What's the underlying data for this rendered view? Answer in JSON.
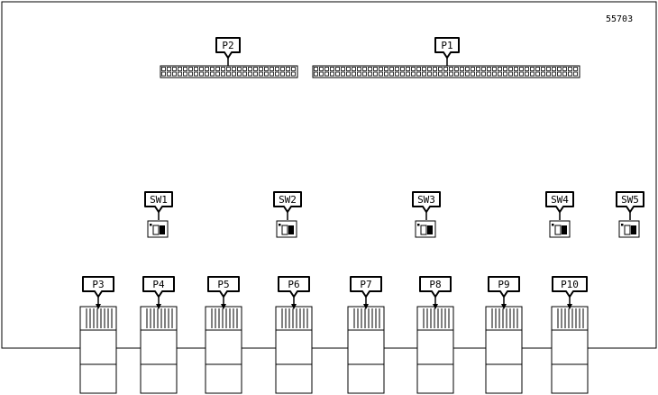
{
  "board_id": "55703",
  "connectors": [
    {
      "label": "P2",
      "pins": 25
    },
    {
      "label": "P1",
      "pins": 49
    }
  ],
  "switches": [
    {
      "label": "SW1"
    },
    {
      "label": "SW2"
    },
    {
      "label": "SW3"
    },
    {
      "label": "SW4"
    },
    {
      "label": "SW5"
    }
  ],
  "ports": [
    {
      "label": "P3"
    },
    {
      "label": "P4"
    },
    {
      "label": "P5"
    },
    {
      "label": "P6"
    },
    {
      "label": "P7"
    },
    {
      "label": "P8"
    },
    {
      "label": "P9"
    },
    {
      "label": "P10"
    }
  ]
}
